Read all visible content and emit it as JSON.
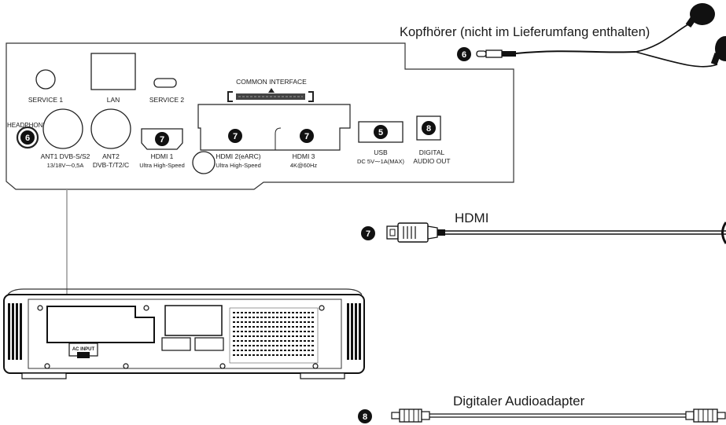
{
  "callout_numbers": {
    "headphone": "6",
    "hdmi": "7",
    "usb": "5",
    "optical": "8"
  },
  "panel": {
    "service1": "SERVICE 1",
    "lan": "LAN",
    "service2": "SERVICE 2",
    "common_interface": "COMMON INTERFACE",
    "headphone": "HEADPHONE",
    "ant1_line1": "ANT1 DVB-S/S2",
    "ant1_line2": "13/18V⁓0,5A",
    "ant2_line1": "ANT2",
    "ant2_line2": "DVB-T/T2/C",
    "hdmi1_line1": "HDMI 1",
    "hdmi1_line2": "Ultra High-Speed",
    "hdmi2_line1": "HDMI 2(eARC)",
    "hdmi2_line2": "Ultra High-Speed",
    "hdmi3_line1": "HDMI 3",
    "hdmi3_line2": "4K@60Hz",
    "usb_line1": "USB",
    "usb_line2": "DC 5V⁓1A(MAX)",
    "digital_line1": "DIGITAL",
    "digital_line2": "AUDIO OUT"
  },
  "projector": {
    "ac_input": "AC INPUT"
  },
  "accessories": {
    "headphones_label": "Kopfhörer (nicht im Lieferumfang enthalten)",
    "hdmi_label": "HDMI",
    "optical_label": "Digitaler Audioadapter"
  }
}
